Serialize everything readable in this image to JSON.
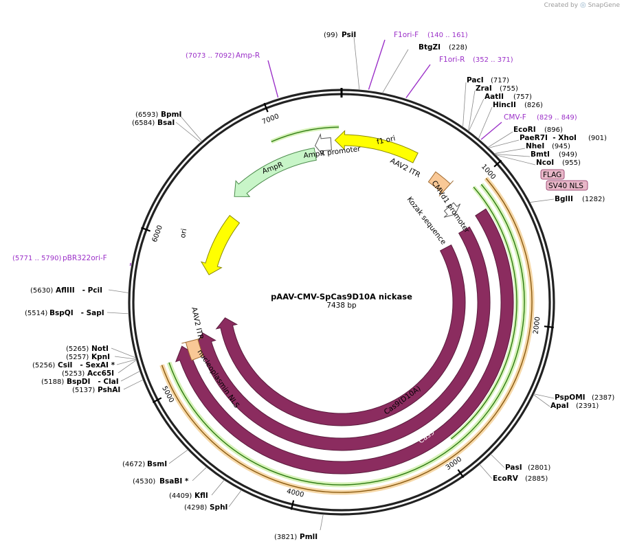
{
  "watermark": {
    "created_by": "Created by",
    "brand": "SnapGene"
  },
  "plasmid": {
    "name": "pAAV-CMV-SpCas9D10A nickase",
    "length_label": "7438 bp",
    "length": 7438
  },
  "ticks": [
    "1000",
    "2000",
    "3000",
    "4000",
    "5000",
    "6000",
    "7000"
  ],
  "sites": [
    {
      "name": "PsiI",
      "pos": "(99)"
    },
    {
      "name": "BtgZI",
      "pos": "(228)"
    },
    {
      "name": "PacI",
      "pos": "(717)"
    },
    {
      "name": "ZraI",
      "pos": "(755)"
    },
    {
      "name": "AatII",
      "pos": "(757)"
    },
    {
      "name": "HincII",
      "pos": "(826)"
    },
    {
      "name": "EcoRI",
      "pos": "(896)"
    },
    {
      "name": "PaeR7I  - XhoI",
      "pos": "(901)"
    },
    {
      "name": "NheI",
      "pos": "(945)"
    },
    {
      "name": "BmtI",
      "pos": "(949)"
    },
    {
      "name": "NcoI",
      "pos": "(955)"
    },
    {
      "name": "BglII",
      "pos": "(1282)"
    },
    {
      "name": "PspOMI",
      "pos": "(2387)"
    },
    {
      "name": "ApaI",
      "pos": "(2391)"
    },
    {
      "name": "PasI",
      "pos": "(2801)"
    },
    {
      "name": "EcoRV",
      "pos": "(2885)"
    },
    {
      "name": "PmlI",
      "pos": "(3821)"
    },
    {
      "name": "SphI",
      "pos": "(4298)"
    },
    {
      "name": "KflI",
      "pos": "(4409)"
    },
    {
      "name": "BsaBI *",
      "pos": "(4530)"
    },
    {
      "name": "BsmI",
      "pos": "(4672)"
    },
    {
      "name": "PshAI",
      "pos": "(5137)"
    },
    {
      "name": "BspDI   - ClaI",
      "pos": "(5188)"
    },
    {
      "name": "Acc65I",
      "pos": "(5253)"
    },
    {
      "name": "CsiI   - SexAI *",
      "pos": "(5256)"
    },
    {
      "name": "KpnI",
      "pos": "(5257)"
    },
    {
      "name": "NotI",
      "pos": "(5265)"
    },
    {
      "name": "BspQI   - SapI",
      "pos": "(5514)"
    },
    {
      "name": "AflIII   - PciI",
      "pos": "(5630)"
    },
    {
      "name": "BsaI",
      "pos": "(6584)"
    },
    {
      "name": "BpmI",
      "pos": "(6593)"
    }
  ],
  "primers": [
    {
      "name": "F1ori-F",
      "pos": "(140 .. 161)"
    },
    {
      "name": "F1ori-R",
      "pos": "(352 .. 371)"
    },
    {
      "name": "CMV-F",
      "pos": "(829 .. 849)"
    },
    {
      "name": "Amp-R",
      "pos": "(7073 .. 7092)"
    },
    {
      "name": "pBR322ori-F",
      "pos": "(5771 .. 5790)"
    }
  ],
  "features": {
    "f1_ori": "f1 ori",
    "ampr_promoter": "AmpR promoter",
    "ampr": "AmpR",
    "ori": "ori",
    "aav2_itr_1": "AAV2 ITR",
    "aav2_itr_2": "AAV2 ITR",
    "cmv": "CMVd1 promoter",
    "kozak": "Kozak sequence",
    "cas9_d10a": "Cas9(D10A)",
    "cas9": "Cas9",
    "nls": "nucleoplasmin NLS",
    "flag": "FLAG",
    "sv40_nls": "SV40 NLS"
  },
  "colors": {
    "cas9": "#8b2c5f",
    "f1_ori": "#ffff00",
    "ampr": "#c8f5c8",
    "itr": "#f9c896",
    "primer": "#9b30c8",
    "orf_orange": "#f0b060",
    "orf_green": "#60b030"
  }
}
